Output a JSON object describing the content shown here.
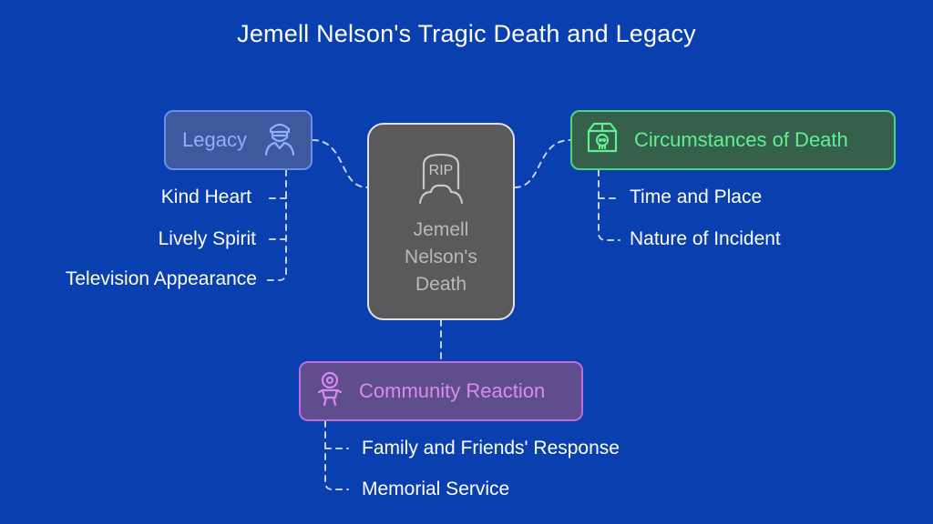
{
  "title": "Jemell Nelson's Tragic Death and Legacy",
  "colors": {
    "background": "#0a3fb0",
    "legacy": "#6b8fe8",
    "circumstances": "#4cd67c",
    "community": "#c06bdc",
    "center": "#5a5a5c"
  },
  "center": {
    "label": "Jemell Nelson's Death",
    "icon": "rip-tombstone-icon",
    "icon_text": "RIP"
  },
  "legacy": {
    "label": "Legacy",
    "icon": "person-bust-icon",
    "items": [
      "Kind Heart",
      "Lively Spirit",
      "Television Appearance"
    ]
  },
  "circumstances": {
    "label": "Circumstances of Death",
    "icon": "box-skull-icon",
    "items": [
      "Time and Place",
      "Nature of Incident"
    ]
  },
  "community": {
    "label": "Community Reaction",
    "icon": "person-ribbon-icon",
    "items": [
      "Family and Friends' Response",
      "Memorial Service"
    ]
  }
}
